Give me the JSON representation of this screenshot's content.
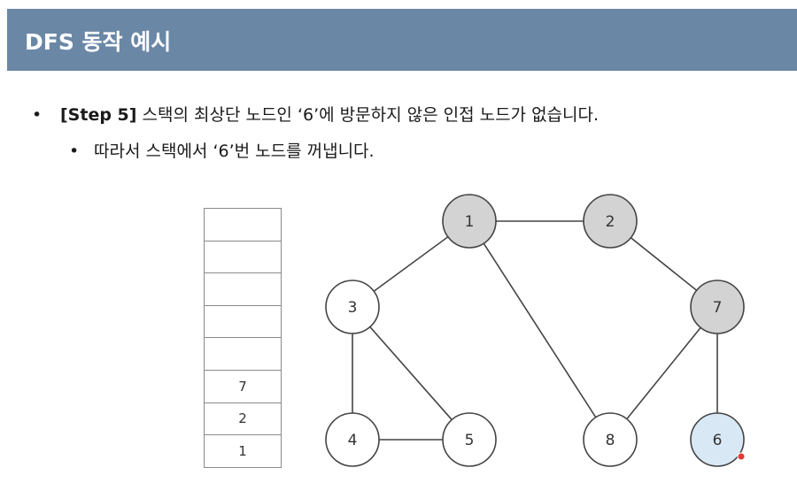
{
  "header": {
    "title": "DFS 동작 예시"
  },
  "bullets": [
    {
      "step": "[Step 5]",
      "text": " 스택의 최상단 노드인 ‘6’에 방문하지 않은 인접 노드가 없습니다."
    },
    {
      "text": "따라서 스택에서 ‘6’번 노드를 꺼냅니다."
    }
  ],
  "stack": {
    "cells": [
      "",
      "",
      "",
      "",
      "",
      "7",
      "2",
      "1"
    ]
  },
  "graph": {
    "nodes": [
      {
        "id": "1",
        "state": "visited"
      },
      {
        "id": "2",
        "state": "visited"
      },
      {
        "id": "3",
        "state": "unvisited"
      },
      {
        "id": "7",
        "state": "visited"
      },
      {
        "id": "4",
        "state": "unvisited"
      },
      {
        "id": "5",
        "state": "unvisited"
      },
      {
        "id": "8",
        "state": "unvisited"
      },
      {
        "id": "6",
        "state": "current"
      }
    ],
    "edges": [
      [
        "1",
        "2"
      ],
      [
        "1",
        "3"
      ],
      [
        "1",
        "8"
      ],
      [
        "2",
        "7"
      ],
      [
        "3",
        "4"
      ],
      [
        "3",
        "5"
      ],
      [
        "4",
        "5"
      ],
      [
        "7",
        "8"
      ],
      [
        "7",
        "6"
      ]
    ],
    "colors": {
      "visited": "#d3d3d3",
      "unvisited": "#ffffff",
      "current": "#d9e8f5",
      "stroke": "#444444",
      "cursor": "#e53935"
    }
  }
}
